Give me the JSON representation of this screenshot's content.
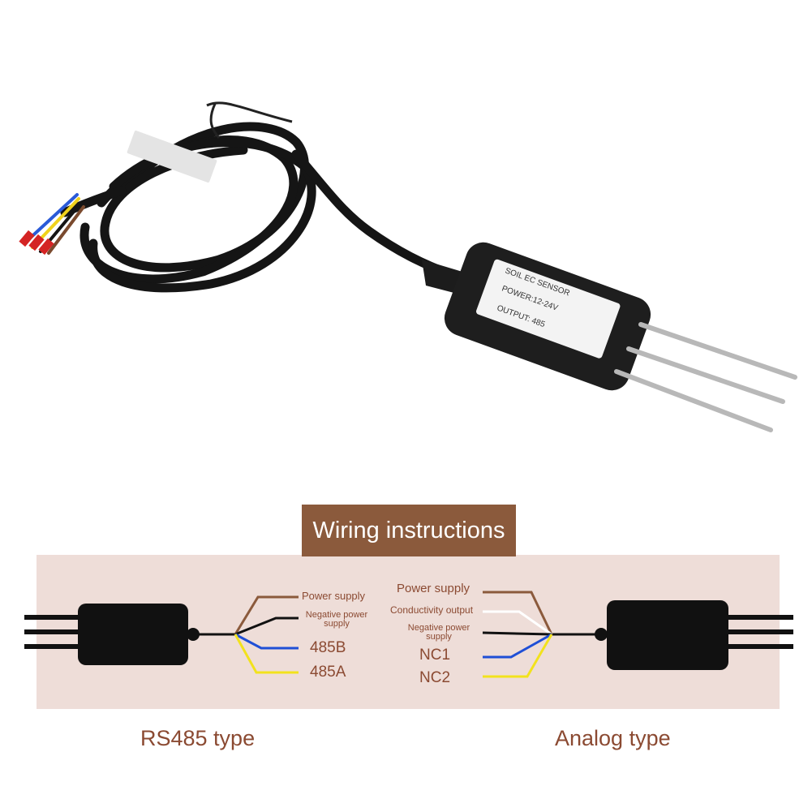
{
  "product_label": {
    "name": "SOIL  EC  SENSOR",
    "power": "POWER:12-24V",
    "output": "OUTPUT: 485"
  },
  "section_title": "Wiring instructions",
  "rs485": {
    "caption": "RS485 type",
    "wires": [
      {
        "label": "Power supply",
        "color": "#8b5a3c"
      },
      {
        "label": "Negative power supply",
        "color": "#111111"
      },
      {
        "label": "485B",
        "color": "#1f4fd6"
      },
      {
        "label": "485A",
        "color": "#f2e21d"
      }
    ]
  },
  "analog": {
    "caption": "Analog type",
    "wires": [
      {
        "label": "Power supply",
        "color": "#8b5a3c"
      },
      {
        "label": "Conductivity output",
        "color": "#ffffff"
      },
      {
        "label": "Negative power supply",
        "color": "#111111"
      },
      {
        "label": "NC1",
        "color": "#1f4fd6"
      },
      {
        "label": "NC2",
        "color": "#f2e21d"
      }
    ]
  },
  "colors": {
    "accent": "#8b5a3c",
    "panel_bg": "#eeddd8",
    "label_text": "#8b4a32"
  }
}
